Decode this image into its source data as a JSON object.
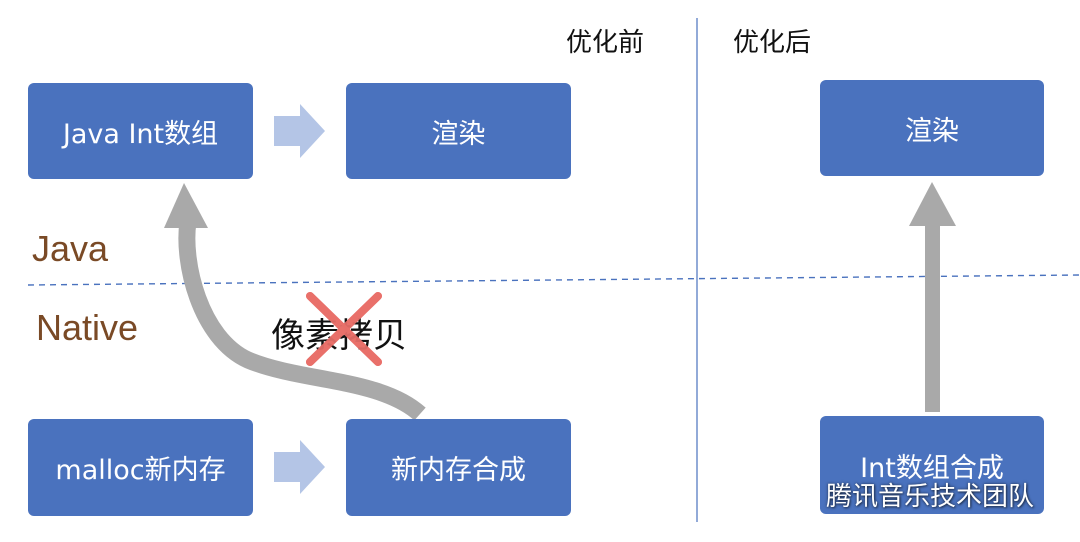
{
  "headers": {
    "before": "优化前",
    "after": "优化后"
  },
  "layers": {
    "java": "Java",
    "native": "Native"
  },
  "before": {
    "java_array": "Java Int数组",
    "render": "渲染",
    "malloc": "malloc新内存",
    "compose": "新内存合成",
    "removed_step": "像素拷贝"
  },
  "after": {
    "render": "渲染",
    "compose": "Int数组合成"
  },
  "watermark": {
    "text": "腾讯音乐技术团队"
  },
  "colors": {
    "box": "#4a72be",
    "arrow_light": "#b4c5e6",
    "arrow_gray": "#a9a9a9",
    "cross": "#e9706a",
    "layer_label": "#7a4a26",
    "divider": "#4a72be"
  }
}
